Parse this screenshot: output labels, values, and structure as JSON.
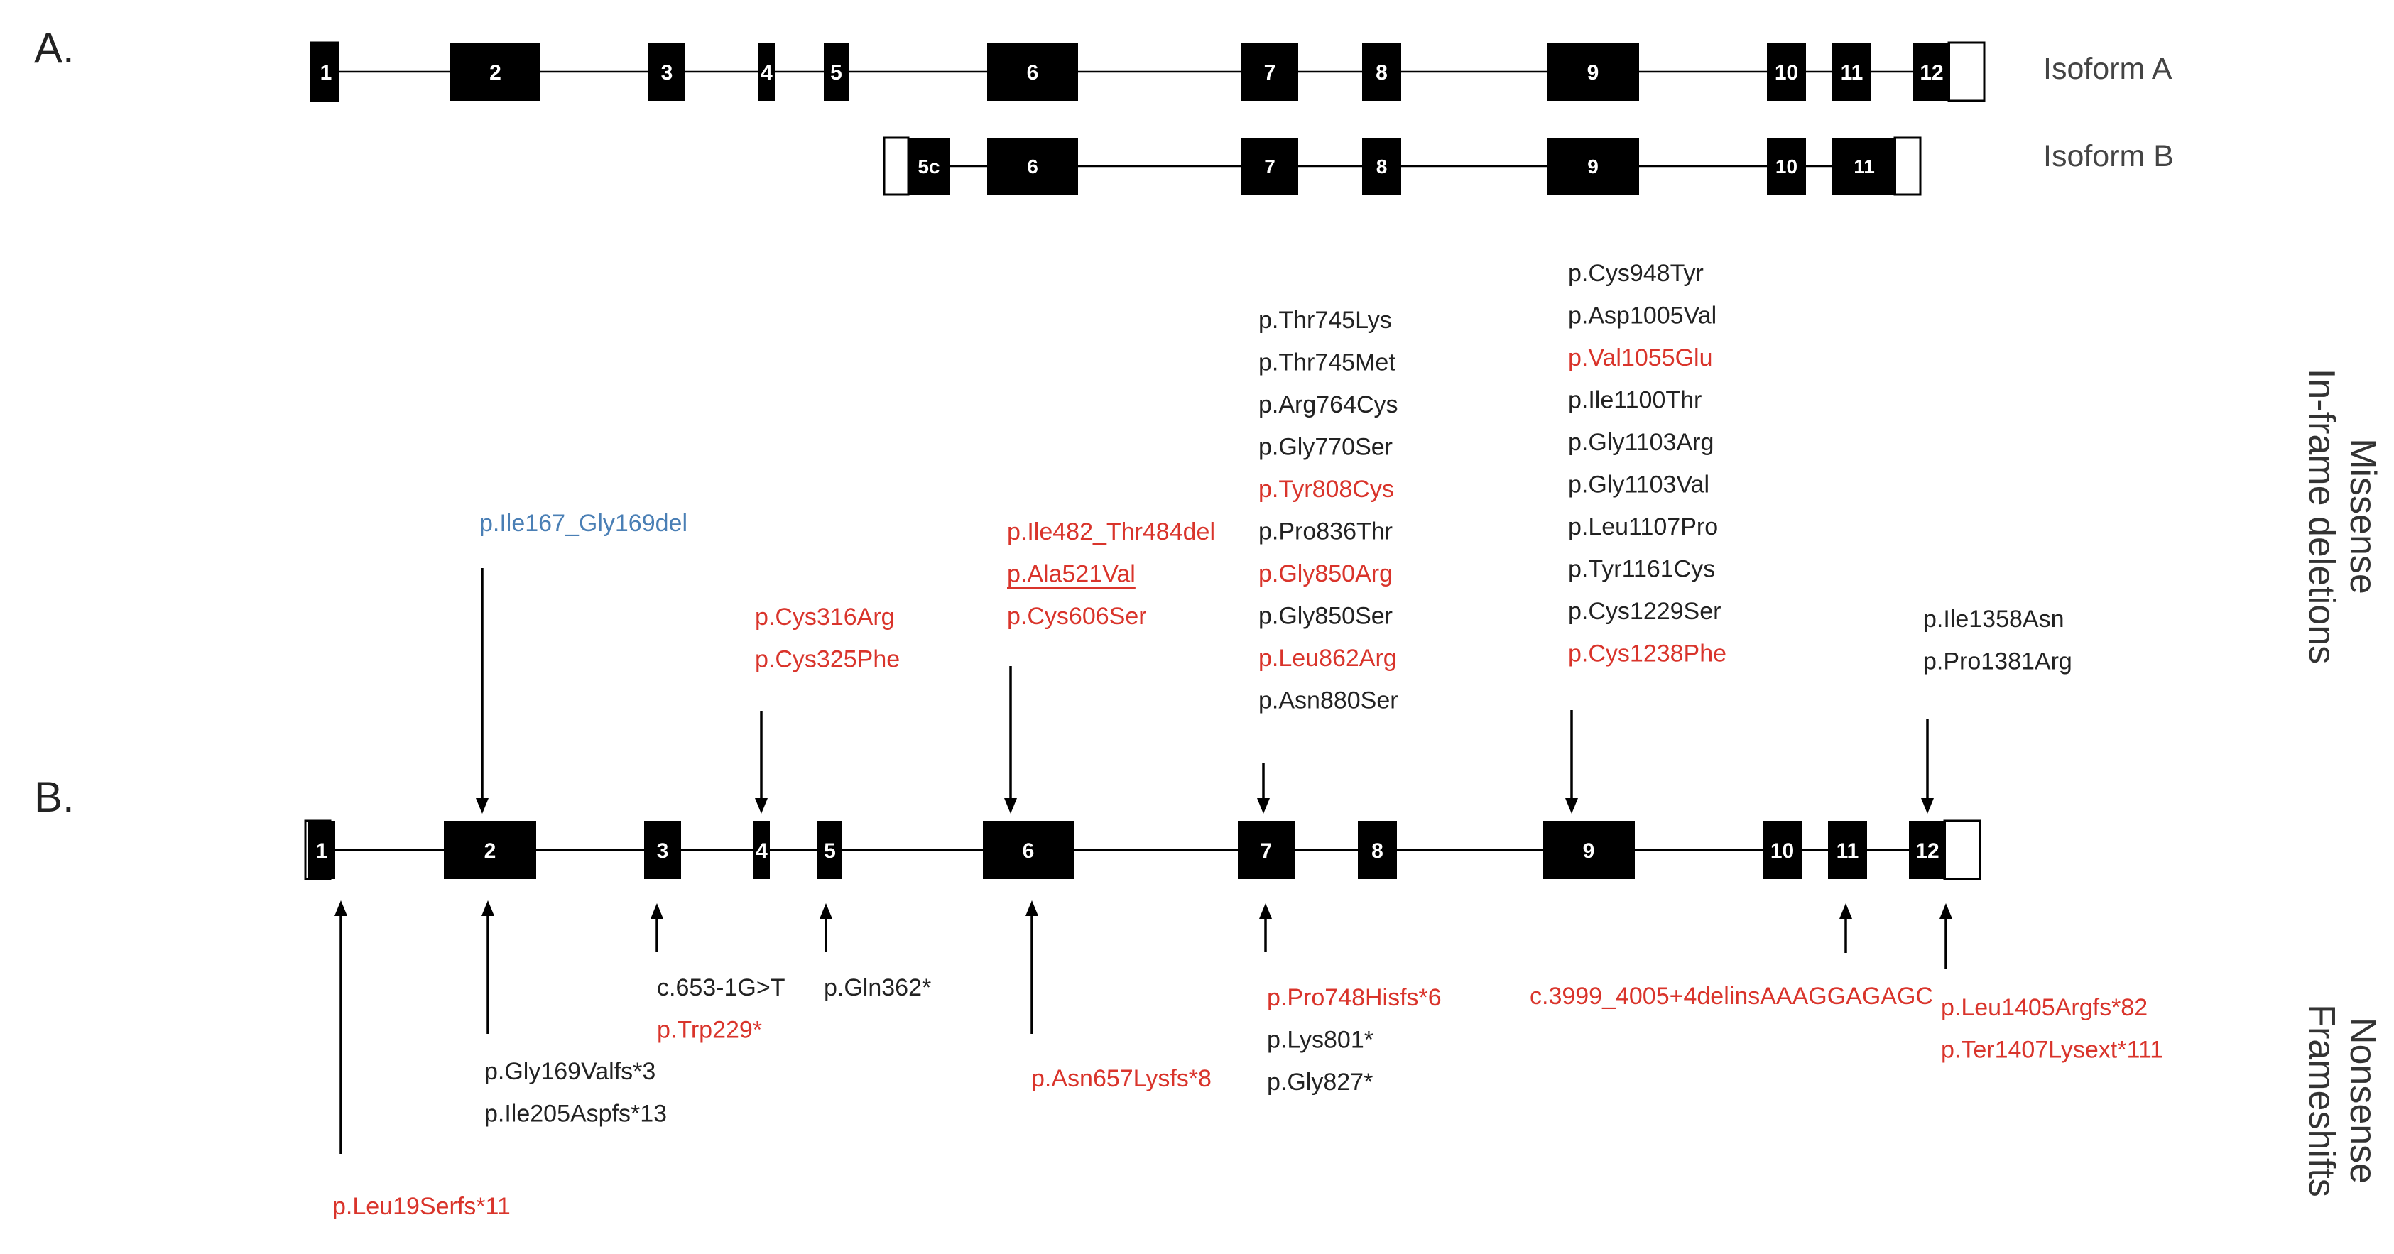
{
  "panels": {
    "a": "A.",
    "b": "B."
  },
  "isoforms": {
    "a": "Isoform A",
    "b": "Isoform B"
  },
  "exons_a": [
    "1",
    "2",
    "3",
    "4",
    "5",
    "6",
    "7",
    "8",
    "9",
    "10",
    "11",
    "12"
  ],
  "exons_b": [
    "5c",
    "6",
    "7",
    "8",
    "9",
    "10",
    "11"
  ],
  "exons_gene": [
    "1",
    "2",
    "3",
    "4",
    "5",
    "6",
    "7",
    "8",
    "9",
    "10",
    "11",
    "12"
  ],
  "side_labels": {
    "top_line1": "Missense",
    "top_line2": "In-frame deletions",
    "bottom_line1": "Nonsense",
    "bottom_line2": "Frameshifts"
  },
  "colors": {
    "black": "#222222",
    "red": "#d9342b",
    "blue": "#4a7fb5",
    "exon": "#000000"
  },
  "variants_above": [
    {
      "exon": "2",
      "items": [
        {
          "text": "p.Ile167_Gly169del",
          "color": "blue"
        }
      ]
    },
    {
      "exon": "4",
      "items": [
        {
          "text": "p.Cys316Arg",
          "color": "red"
        },
        {
          "text": "p.Cys325Phe",
          "color": "red"
        }
      ]
    },
    {
      "exon": "6",
      "items": [
        {
          "text": "p.Ile482_Thr484del",
          "color": "red"
        },
        {
          "text": "p.Ala521Val",
          "color": "red",
          "underline": true
        },
        {
          "text": "p.Cys606Ser",
          "color": "red"
        }
      ]
    },
    {
      "exon": "7",
      "items": [
        {
          "text": "p.Thr745Lys",
          "color": "black"
        },
        {
          "text": "p.Thr745Met",
          "color": "black"
        },
        {
          "text": "p.Arg764Cys",
          "color": "black"
        },
        {
          "text": "p.Gly770Ser",
          "color": "black"
        },
        {
          "text": "p.Tyr808Cys",
          "color": "red"
        },
        {
          "text": "p.Pro836Thr",
          "color": "black"
        },
        {
          "text": "p.Gly850Arg",
          "color": "red"
        },
        {
          "text": "p.Gly850Ser",
          "color": "black"
        },
        {
          "text": "p.Leu862Arg",
          "color": "red"
        },
        {
          "text": "p.Asn880Ser",
          "color": "black"
        }
      ]
    },
    {
      "exon": "9",
      "items": [
        {
          "text": "p.Cys948Tyr",
          "color": "black"
        },
        {
          "text": "p.Asp1005Val",
          "color": "black"
        },
        {
          "text": "p.Val1055Glu",
          "color": "red"
        },
        {
          "text": "p.Ile1100Thr",
          "color": "black"
        },
        {
          "text": "p.Gly1103Arg",
          "color": "black"
        },
        {
          "text": "p.Gly1103Val",
          "color": "black"
        },
        {
          "text": "p.Leu1107Pro",
          "color": "black"
        },
        {
          "text": "p.Tyr1161Cys",
          "color": "black"
        },
        {
          "text": "p.Cys1229Ser",
          "color": "black"
        },
        {
          "text": "p.Cys1238Phe",
          "color": "red"
        }
      ]
    },
    {
      "exon": "12",
      "items": [
        {
          "text": "p.Ile1358Asn",
          "color": "black"
        },
        {
          "text": "p.Pro1381Arg",
          "color": "black"
        }
      ]
    }
  ],
  "variants_below": [
    {
      "exon": "1",
      "items": [
        {
          "text": "p.Leu19Serfs*11",
          "color": "red"
        }
      ]
    },
    {
      "exon": "2",
      "items": [
        {
          "text": "p.Gly169Valfs*3",
          "color": "black"
        },
        {
          "text": "p.Ile205Aspfs*13",
          "color": "black"
        }
      ]
    },
    {
      "exon": "3",
      "items": [
        {
          "text": "c.653-1G>T",
          "color": "black"
        },
        {
          "text": "p.Trp229*",
          "color": "red"
        }
      ]
    },
    {
      "exon": "5",
      "items": [
        {
          "text": "p.Gln362*",
          "color": "black"
        }
      ]
    },
    {
      "exon": "6",
      "items": [
        {
          "text": "p.Asn657Lysfs*8",
          "color": "red"
        }
      ]
    },
    {
      "exon": "7",
      "items": [
        {
          "text": "p.Pro748Hisfs*6",
          "color": "red"
        },
        {
          "text": "p.Lys801*",
          "color": "black"
        },
        {
          "text": "p.Gly827*",
          "color": "black"
        }
      ]
    },
    {
      "exon": "11",
      "items": [
        {
          "text": "c.3999_4005+4delinsAAAGGAGAGC",
          "color": "red"
        }
      ]
    },
    {
      "exon": "12",
      "items": [
        {
          "text": "p.Leu1405Argfs*82",
          "color": "red"
        },
        {
          "text": "p.Ter1407Lysext*111",
          "color": "red"
        }
      ]
    }
  ]
}
